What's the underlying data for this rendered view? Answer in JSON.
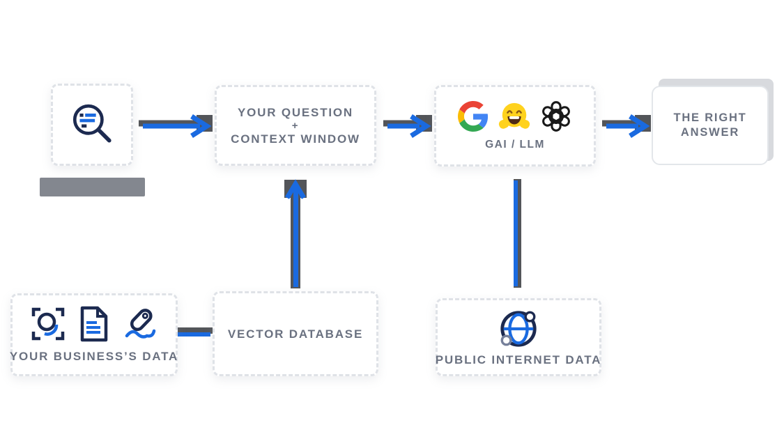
{
  "diagram": {
    "title": "rag-llm-flow-diagram",
    "background": "#ffffff",
    "colors": {
      "accent_blue": "#1a6ae0",
      "icon_navy": "#1c2a50",
      "arrow_gray": "#535559",
      "label_gray": "#6a7180",
      "dashed_border": "#dfe2e7",
      "redacted_bar": "#83878f",
      "answer_backdrop": "#d8dade",
      "google_red": "#EA4335",
      "google_blue": "#4285F4",
      "google_yellow": "#FBBC05",
      "google_green": "#34A853",
      "hugging_face_yellow": "#FFD21E",
      "openai_black": "#191919"
    },
    "nodes": {
      "search_query": {
        "icon": "search-query-icon"
      },
      "question_context": {
        "line1": "YOUR QUESTION",
        "line2": "+",
        "line3": "CONTEXT WINDOW"
      },
      "gai_llm": {
        "label": "GAI / LLM",
        "icons": [
          "google-logo",
          "hugging-face-logo",
          "openai-logo"
        ]
      },
      "right_answer": {
        "line1": "THE RIGHT",
        "line2": "ANSWER"
      },
      "business_data": {
        "label": "YOUR BUSINESS’S DATA",
        "icons": [
          "scan-icon",
          "document-icon",
          "usb-drive-icon"
        ]
      },
      "vector_database": {
        "label": "VECTOR DATABASE"
      },
      "public_internet": {
        "label": "PUBLIC INTERNET DATA",
        "icon": "globe-icon"
      }
    },
    "connections": [
      "search-query -> question-context (arrow right)",
      "question-context -> gai-llm (arrow right)",
      "gai-llm -> right-answer (arrow right)",
      "vector-database -> question-context (arrow up)",
      "business-data -> vector-database (line)",
      "gai-llm -> public-internet-data (line)"
    ]
  }
}
